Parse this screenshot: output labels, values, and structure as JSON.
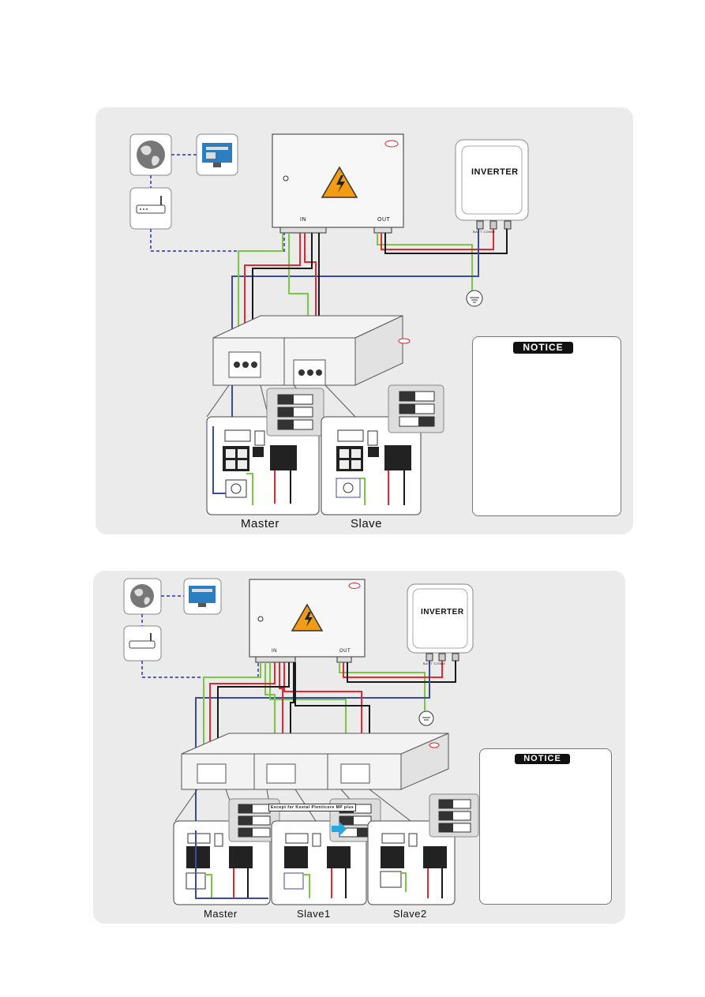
{
  "diagram1": {
    "inverter_label": "INVERTER",
    "in_label": "IN",
    "out_label": "OUT",
    "inverter_port_label": "BATT COMM",
    "notice_label": "NOTICE",
    "unit_labels": [
      "Master",
      "Slave"
    ]
  },
  "diagram2": {
    "inverter_label": "INVERTER",
    "in_label": "IN",
    "out_label": "OUT",
    "inverter_port_label": "BATT COMM",
    "notice_label": "NOTICE",
    "callout": "Except for Kostal Plenticore MP plus",
    "unit_labels": [
      "Master",
      "Slave1",
      "Slave2"
    ]
  },
  "colors": {
    "panel": "#ebebeb",
    "warning": "#f39c12",
    "cable_green": "#7ac943",
    "cable_red": "#e8262d",
    "cable_blue": "#3b4ba0",
    "cable_black": "#1a1a1a",
    "dashed": "#5a5ad0",
    "brand": "#d9262c"
  }
}
